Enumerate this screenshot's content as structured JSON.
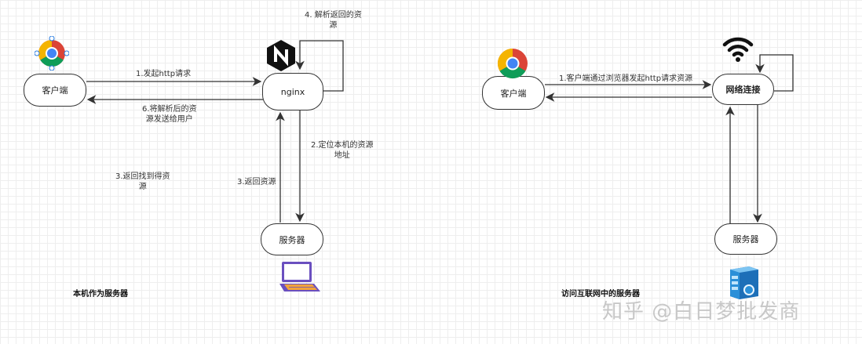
{
  "left_diagram": {
    "client_label": "客户端",
    "nginx_label": "nginx",
    "server_label": "服务器",
    "edge_request": "1.发起http请求",
    "edge_locate": "2.定位本机的资源\n地址",
    "edge_return_a": "3.返回资源",
    "edge_return_b": "3.返回找到得资\n源",
    "edge_parse": "4. 解析返回的资\n源",
    "edge_send": "6.将解析后的资\n源发送给用户",
    "caption": "本机作为服务器"
  },
  "right_diagram": {
    "client_label": "客户端",
    "network_label": "网络连接",
    "server_label": "服务器",
    "edge_request": "1.客户端通过浏览器发起http请求资源",
    "caption": "访问互联网中的服务器"
  },
  "watermark": "知乎 @白日梦批发商",
  "icons": [
    "chrome-icon",
    "nginx-icon",
    "laptop-icon",
    "wifi-icon",
    "server-rack-icon"
  ],
  "colors": {
    "node_border": "#333333",
    "arrow": "#333333",
    "nginx_hex": "#111111",
    "chrome_red": "#db4437",
    "chrome_yellow": "#f4b400",
    "chrome_green": "#0f9d58",
    "chrome_blue": "#4285f4",
    "laptop_purple": "#6a4fbf",
    "laptop_keys": "#f2a33a",
    "server_blue": "#2a8fd8"
  }
}
